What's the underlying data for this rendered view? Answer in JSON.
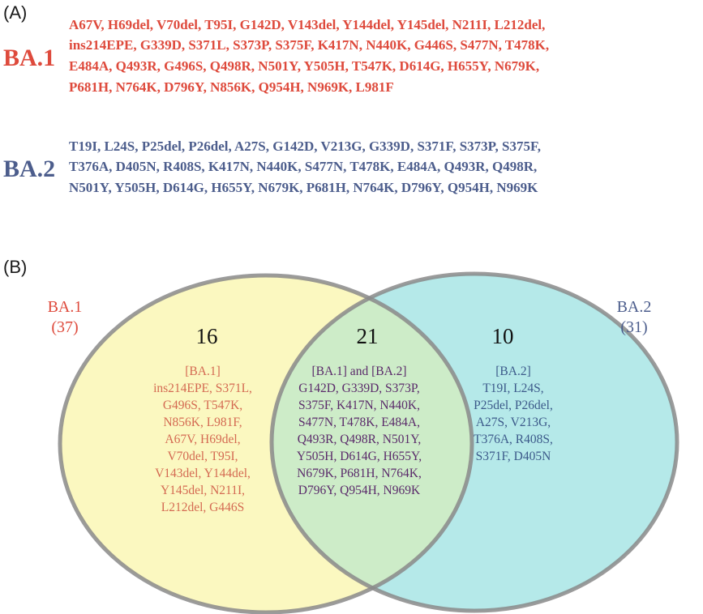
{
  "panel_a_label": "(A)",
  "panel_b_label": "(B)",
  "ba1": {
    "name": "BA.1",
    "mutation_lines": [
      "A67V, H69del, V70del, T95I, G142D, V143del, Y144del, Y145del, N211I, L212del,",
      "ins214EPE, G339D, S371L, S373P, S375F, K417N, N440K, G446S, S477N, T478K,",
      "E484A, Q493R, G496S, Q498R, N501Y, Y505H, T547K, D614G, H655Y, N679K,",
      "P681H, N764K, D796Y, N856K, Q954H, N969K, L981F"
    ]
  },
  "ba2": {
    "name": "BA.2",
    "mutation_lines": [
      "T19I, L24S, P25del, P26del, A27S, G142D, V213G, G339D, S371F, S373P, S375F,",
      "T376A, D405N, R408S, K417N, N440K, S477N, T478K, E484A, Q493R, Q498R,",
      "N501Y, Y505H, D614G, H655Y, N679K, P681H, N764K, D796Y, Q954H, N969K"
    ]
  },
  "venn": {
    "left_label": "BA.1",
    "left_total": "(37)",
    "right_label": "BA.2",
    "right_total": "(31)",
    "left_count": "16",
    "mid_count": "21",
    "right_count": "10",
    "left_list": [
      "[BA.1]",
      "ins214EPE, S371L,",
      "G496S, T547K,",
      "N856K, L981F,",
      "A67V, H69del,",
      "V70del, T95I,",
      "V143del, Y144del,",
      "Y145del, N211I,",
      "L212del, G446S"
    ],
    "mid_list": [
      "[BA.1] and [BA.2]",
      "G142D, G339D, S373P,",
      "S375F, K417N, N440K,",
      "S477N, T478K, E484A,",
      "Q493R, Q498R, N501Y,",
      "Y505H, D614G, H655Y,",
      "N679K, P681H, N764K,",
      "D796Y, Q954H, N969K"
    ],
    "right_list": [
      "[BA.2]",
      "T19I, L24S,",
      "P25del, P26del,",
      "A27S, V213G,",
      "T376A, R408S,",
      "S371F, D405N"
    ],
    "colors": {
      "left_fill": "#fbf8c0",
      "right_fill": "#b5e9e9",
      "overlap_fill": "#cdecc8",
      "outline": "#8a8a8a",
      "ba1_text": "#de4a3c",
      "ba2_text": "#4c5d8c"
    }
  }
}
